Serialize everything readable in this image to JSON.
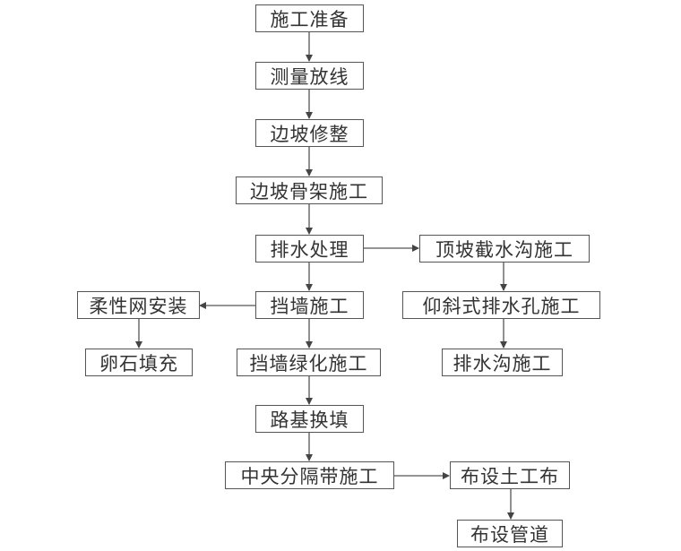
{
  "nodes": {
    "prep": "施工准备",
    "survey": "测量放线",
    "slope_trim": "边坡修整",
    "slope_frame": "边坡骨架施工",
    "drainage": "排水处理",
    "top_ditch": "顶坡截水沟施工",
    "retaining_wall": "挡墙施工",
    "flex_net": "柔性网安装",
    "inclined_hole": "仰斜式排水孔施工",
    "pebble_fill": "卵石填充",
    "wall_green": "挡墙绿化施工",
    "drain_ditch": "排水沟施工",
    "subgrade": "路基换填",
    "median": "中央分隔带施工",
    "geotextile": "布设土工布",
    "pipes": "布设管道"
  }
}
